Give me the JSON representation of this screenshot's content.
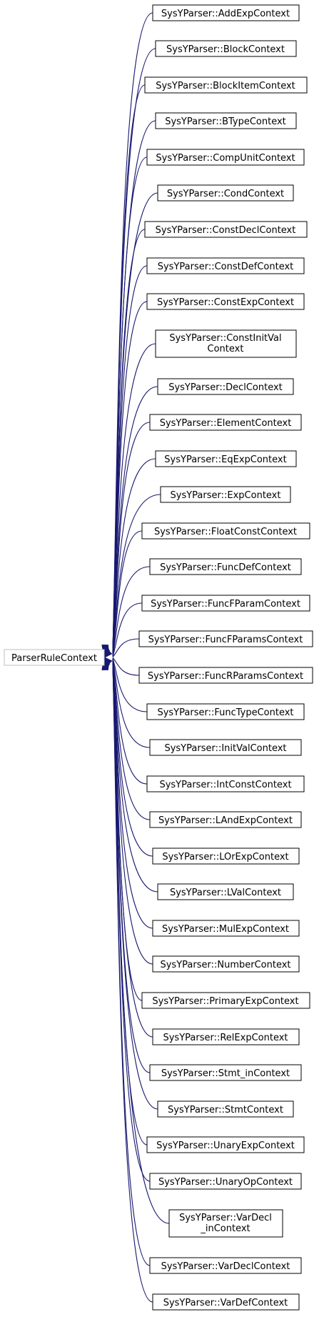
{
  "colors": {
    "edge": "#191970",
    "node_border": "#000000",
    "root_border": "#bfbfbf",
    "background": "#ffffff"
  },
  "root": {
    "label": "ParserRuleContext"
  },
  "children": [
    {
      "lines": [
        "SysYParser::AddExpContext"
      ]
    },
    {
      "lines": [
        "SysYParser::BlockContext"
      ]
    },
    {
      "lines": [
        "SysYParser::BlockItemContext"
      ]
    },
    {
      "lines": [
        "SysYParser::BTypeContext"
      ]
    },
    {
      "lines": [
        "SysYParser::CompUnitContext"
      ]
    },
    {
      "lines": [
        "SysYParser::CondContext"
      ]
    },
    {
      "lines": [
        "SysYParser::ConstDeclContext"
      ]
    },
    {
      "lines": [
        "SysYParser::ConstDefContext"
      ]
    },
    {
      "lines": [
        "SysYParser::ConstExpContext"
      ]
    },
    {
      "lines": [
        "SysYParser::ConstInitVal",
        "Context"
      ]
    },
    {
      "lines": [
        "SysYParser::DeclContext"
      ]
    },
    {
      "lines": [
        "SysYParser::ElementContext"
      ]
    },
    {
      "lines": [
        "SysYParser::EqExpContext"
      ]
    },
    {
      "lines": [
        "SysYParser::ExpContext"
      ]
    },
    {
      "lines": [
        "SysYParser::FloatConstContext"
      ]
    },
    {
      "lines": [
        "SysYParser::FuncDefContext"
      ]
    },
    {
      "lines": [
        "SysYParser::FuncFParamContext"
      ]
    },
    {
      "lines": [
        "SysYParser::FuncFParamsContext"
      ]
    },
    {
      "lines": [
        "SysYParser::FuncRParamsContext"
      ]
    },
    {
      "lines": [
        "SysYParser::FuncTypeContext"
      ]
    },
    {
      "lines": [
        "SysYParser::InitValContext"
      ]
    },
    {
      "lines": [
        "SysYParser::IntConstContext"
      ]
    },
    {
      "lines": [
        "SysYParser::LAndExpContext"
      ]
    },
    {
      "lines": [
        "SysYParser::LOrExpContext"
      ]
    },
    {
      "lines": [
        "SysYParser::LValContext"
      ]
    },
    {
      "lines": [
        "SysYParser::MulExpContext"
      ]
    },
    {
      "lines": [
        "SysYParser::NumberContext"
      ]
    },
    {
      "lines": [
        "SysYParser::PrimaryExpContext"
      ]
    },
    {
      "lines": [
        "SysYParser::RelExpContext"
      ]
    },
    {
      "lines": [
        "SysYParser::Stmt_inContext"
      ]
    },
    {
      "lines": [
        "SysYParser::StmtContext"
      ]
    },
    {
      "lines": [
        "SysYParser::UnaryExpContext"
      ]
    },
    {
      "lines": [
        "SysYParser::UnaryOpContext"
      ]
    },
    {
      "lines": [
        "SysYParser::VarDecl",
        "_inContext"
      ]
    },
    {
      "lines": [
        "SysYParser::VarDeclContext"
      ]
    },
    {
      "lines": [
        "SysYParser::VarDefContext"
      ]
    }
  ]
}
